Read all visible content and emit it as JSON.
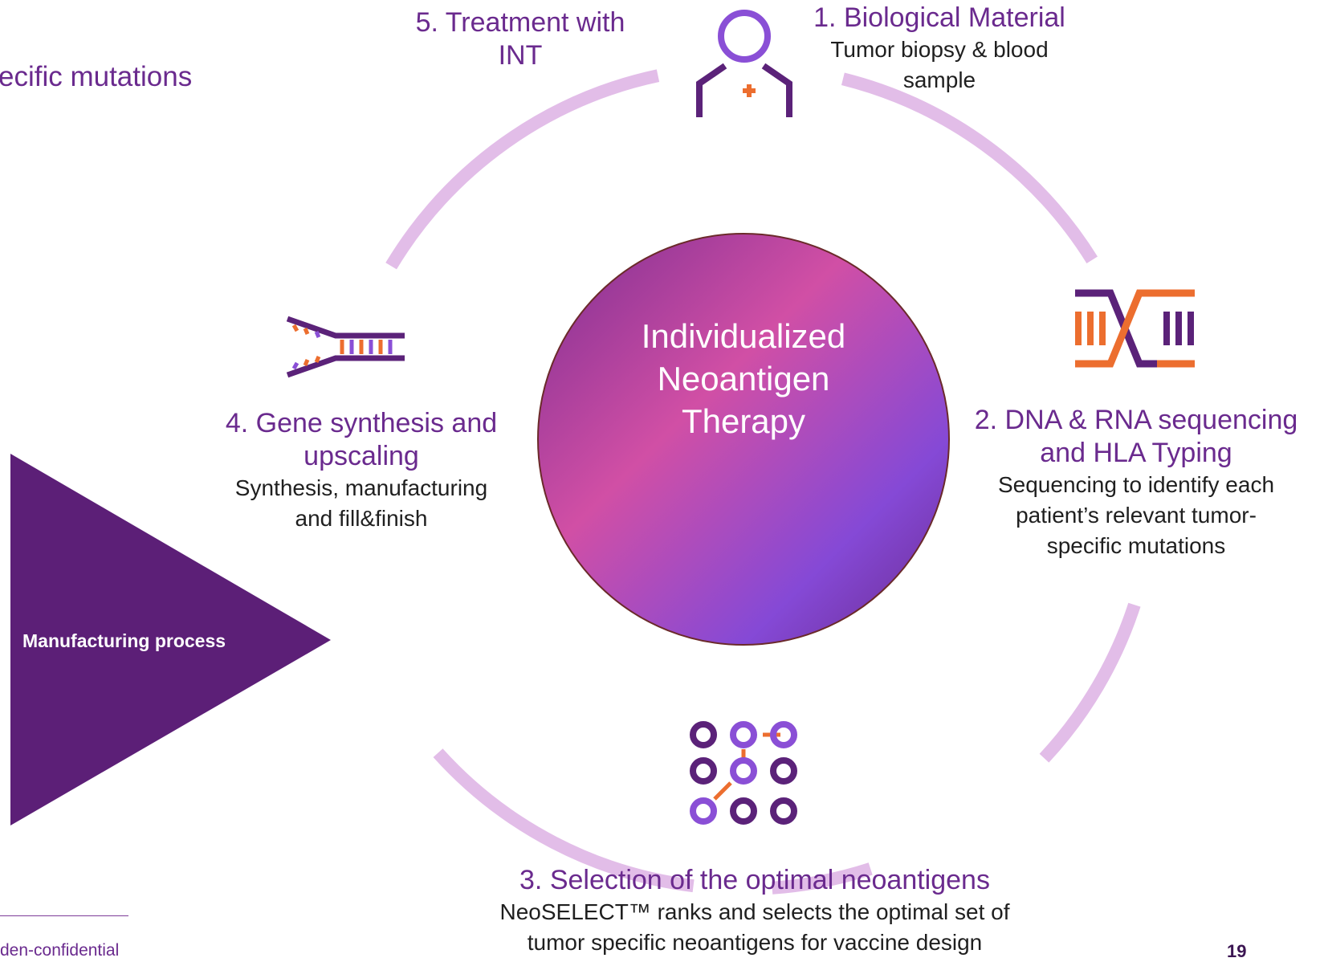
{
  "header": {
    "truncated_text": "ecific mutations"
  },
  "center": {
    "line1": "Individualized",
    "line2": "Neoantigen",
    "line3": "Therapy"
  },
  "steps": {
    "step1": {
      "title": "1. Biological Material",
      "sub1": "Tumor biopsy & blood",
      "sub2": "sample"
    },
    "step2": {
      "title1": "2. DNA & RNA sequencing",
      "title2": "and HLA Typing",
      "sub1": "Sequencing to identify each",
      "sub2": "patient’s relevant tumor-",
      "sub3": "specific mutations"
    },
    "step3": {
      "title": "3. Selection of the optimal neoantigens",
      "sub1": "NeoSELECT™ ranks and selects the optimal set of",
      "sub2": "tumor specific neoantigens for vaccine design"
    },
    "step4": {
      "title1": "4. Gene synthesis and",
      "title2": "upscaling",
      "sub1": "Synthesis, manufacturing",
      "sub2": "and fill&finish"
    },
    "step5": {
      "title1": "5. Treatment with",
      "title2": "INT"
    }
  },
  "triangle": {
    "label": "Manufacturing process"
  },
  "footer": {
    "text": "den-confidential",
    "page_number": "19"
  },
  "icons": {
    "step1": "patient-icon",
    "step2": "dna-sequencing-icon",
    "step3": "neoantigen-selection-icon",
    "step4": "gene-synthesis-icon"
  },
  "colors": {
    "ring": "#e2bde8",
    "triangle": "#5c1f77",
    "purple_dark": "#5b2279",
    "purple_mid": "#8a4fd6",
    "orange": "#ec6e2f",
    "center_gradient": [
      "#8b2f9c",
      "#d14fa5",
      "#8549d6",
      "#6a2a8e"
    ]
  }
}
